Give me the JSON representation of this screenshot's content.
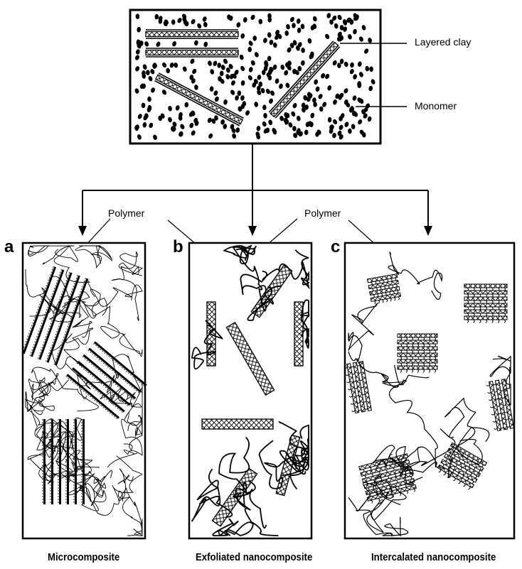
{
  "labels": {
    "layered_clay": "Layered clay",
    "monomer": "Monomer",
    "polymer_left": "Polymer",
    "polymer_right": "Polymer"
  },
  "panels": [
    {
      "letter": "a",
      "caption": "Microcomposite"
    },
    {
      "letter": "b",
      "caption": "Exfoliated nanocomposite"
    },
    {
      "letter": "c",
      "caption": "Intercalated nanocomposite"
    }
  ]
}
